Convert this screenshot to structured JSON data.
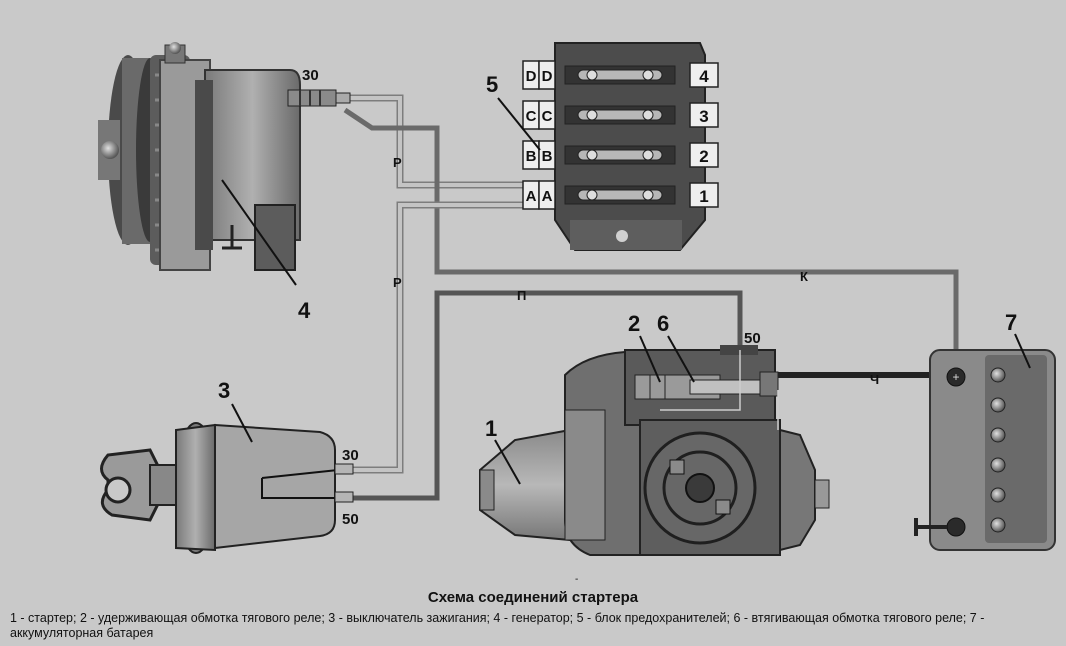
{
  "diagram": {
    "title": "Схема соединений стартера",
    "legend": "1 - стартер; 2 - удерживающая обмотка тягового реле; 3 - выключатель зажигания; 4 - генератор; 5 - блок предохранителей; 6 - втягивающая обмотка тягового реле; 7 - аккумуляторная батарея",
    "component_numbers": {
      "starter": "1",
      "hold_winding": "2",
      "ignition_switch": "3",
      "generator": "4",
      "fuse_block": "5",
      "pull_winding": "6",
      "battery": "7"
    },
    "terminals": {
      "generator_30": "30",
      "starter_50": "50",
      "switch_30": "30",
      "switch_50": "50"
    },
    "wire_colors": {
      "pink_1": "Р",
      "pink_2": "Р",
      "brown": "К",
      "red": "П",
      "black": "Ч"
    },
    "fuse_block": {
      "left_letters": [
        [
          "A",
          "A"
        ],
        [
          "B",
          "B"
        ],
        [
          "C",
          "C"
        ],
        [
          "D",
          "D"
        ]
      ],
      "right_numbers": [
        "1",
        "2",
        "3",
        "4"
      ]
    },
    "dash_mark": "-"
  }
}
